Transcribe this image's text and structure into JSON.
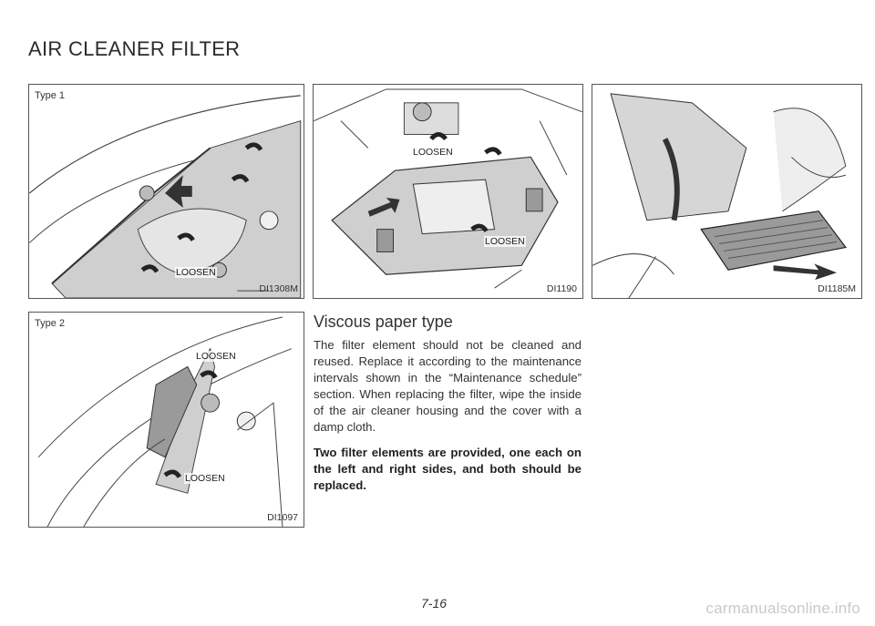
{
  "page": {
    "title": "AIR CLEANER FILTER",
    "page_number": "7-16",
    "watermark": "carmanualsonline.info"
  },
  "figures": {
    "type1": {
      "label": "Type 1",
      "code": "DI1308M",
      "callouts": [
        "LOOSEN"
      ]
    },
    "type2": {
      "label": "Type 2",
      "code": "DI1097",
      "callouts": [
        "LOOSEN",
        "LOOSEN"
      ]
    },
    "middle": {
      "code": "DI1190",
      "callouts": [
        "LOOSEN",
        "LOOSEN"
      ]
    },
    "right": {
      "code": "DI1185M"
    }
  },
  "section": {
    "heading": "Viscous paper type",
    "body": "The filter element should not be cleaned and reused. Replace it according to the maintenance intervals shown in the “Maintenance schedule” section. When replacing the filter, wipe the inside of the air cleaner housing and the cover with a damp cloth.",
    "note": "Two filter elements are provided, one each on the left and right sides, and both should be replaced."
  }
}
